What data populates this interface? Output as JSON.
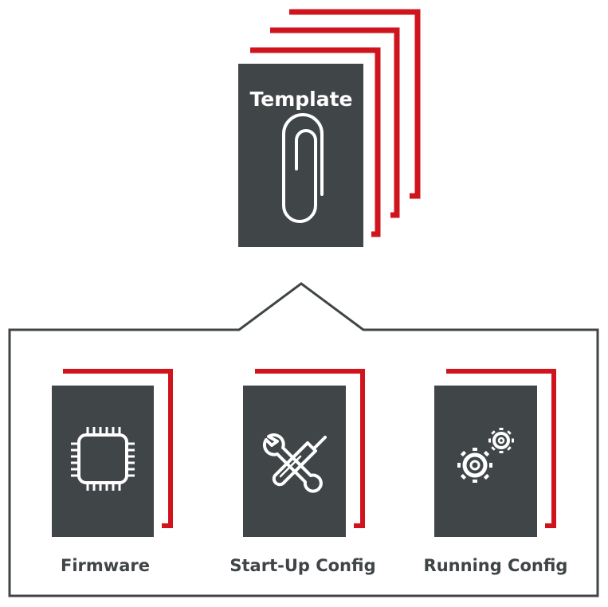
{
  "template": {
    "title": "Template",
    "icon": "paperclip-icon"
  },
  "items": [
    {
      "label": "Firmware",
      "icon": "chip-icon"
    },
    {
      "label": "Start-Up Config",
      "icon": "tools-icon"
    },
    {
      "label": "Running Config",
      "icon": "gears-icon"
    }
  ],
  "colors": {
    "card": "#404548",
    "accent": "#d0141e",
    "outline": "#3f4446",
    "icon": "#ffffff"
  }
}
